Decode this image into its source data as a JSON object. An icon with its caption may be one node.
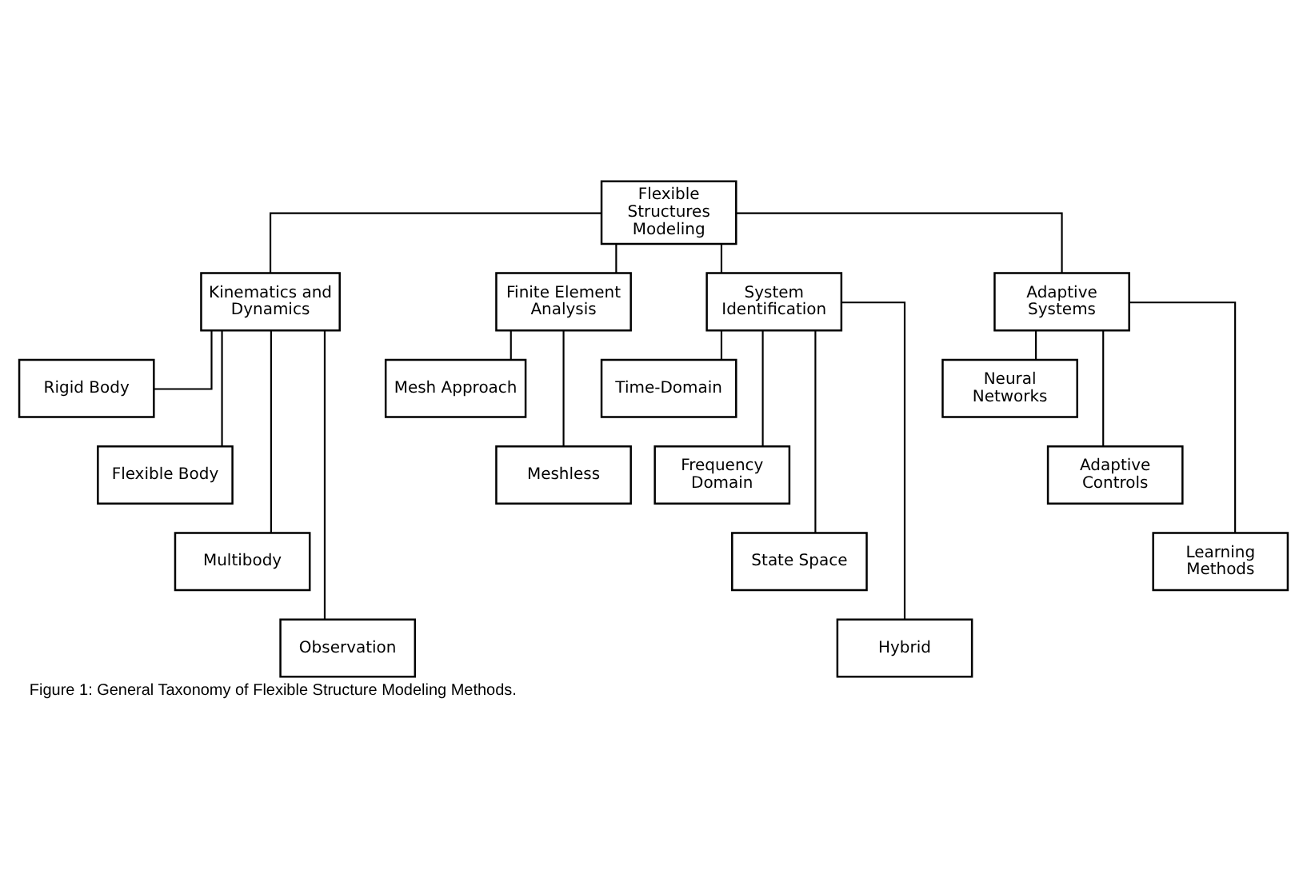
{
  "diagram": {
    "caption": "Figure 1: General Taxonomy of Flexible Structure Modeling Methods.",
    "nodes": [
      {
        "text": [
          "Flexible Structures Modeling"
        ]
      },
      {
        "text": [
          "Kinematics and Dynamics"
        ]
      },
      {
        "text": [
          "Finite Element Analysis"
        ]
      },
      {
        "text": [
          "System Identification"
        ]
      },
      {
        "text": [
          "Adaptive Systems"
        ]
      },
      {
        "text": [
          "Rigid Body"
        ]
      },
      {
        "text": [
          "Flexible Body"
        ]
      },
      {
        "text": [
          "Multibody"
        ]
      },
      {
        "text": [
          "Observation"
        ]
      },
      {
        "text": [
          "Mesh Approach"
        ]
      },
      {
        "text": [
          "Meshless"
        ]
      },
      {
        "text": [
          "Time-Domain"
        ]
      },
      {
        "text": [
          "Frequency Domain"
        ]
      },
      {
        "text": [
          "State Space"
        ]
      },
      {
        "text": [
          "Hybrid"
        ]
      },
      {
        "text": [
          "Neural Networks"
        ]
      },
      {
        "text": [
          "Adaptive Controls"
        ]
      },
      {
        "text": [
          "Learning Methods"
        ]
      }
    ],
    "edges": [
      {
        "from": 0,
        "to": 1,
        "arrow": "none"
      },
      {
        "from": 0,
        "to": 2,
        "arrow": "none"
      },
      {
        "from": 0,
        "to": 3,
        "arrow": "none"
      },
      {
        "from": 0,
        "to": 4,
        "arrow": "none"
      },
      {
        "from": 1,
        "to": 5,
        "arrow": "none"
      },
      {
        "from": 1,
        "to": 6,
        "arrow": "none"
      },
      {
        "from": 1,
        "to": 7,
        "arrow": "none"
      },
      {
        "from": 1,
        "to": 8,
        "arrow": "none"
      },
      {
        "from": 2,
        "to": 9,
        "arrow": "none"
      },
      {
        "from": 2,
        "to": 10,
        "arrow": "none"
      },
      {
        "from": 3,
        "to": 11,
        "arrow": "none"
      },
      {
        "from": 3,
        "to": 12,
        "arrow": "none"
      },
      {
        "from": 3,
        "to": 13,
        "arrow": "none"
      },
      {
        "from": 3,
        "to": 14,
        "arrow": "none"
      },
      {
        "from": 4,
        "to": 15,
        "arrow": "none"
      },
      {
        "from": 4,
        "to": 16,
        "arrow": "none"
      },
      {
        "from": 4,
        "to": 17,
        "arrow": "none"
      }
    ]
  }
}
